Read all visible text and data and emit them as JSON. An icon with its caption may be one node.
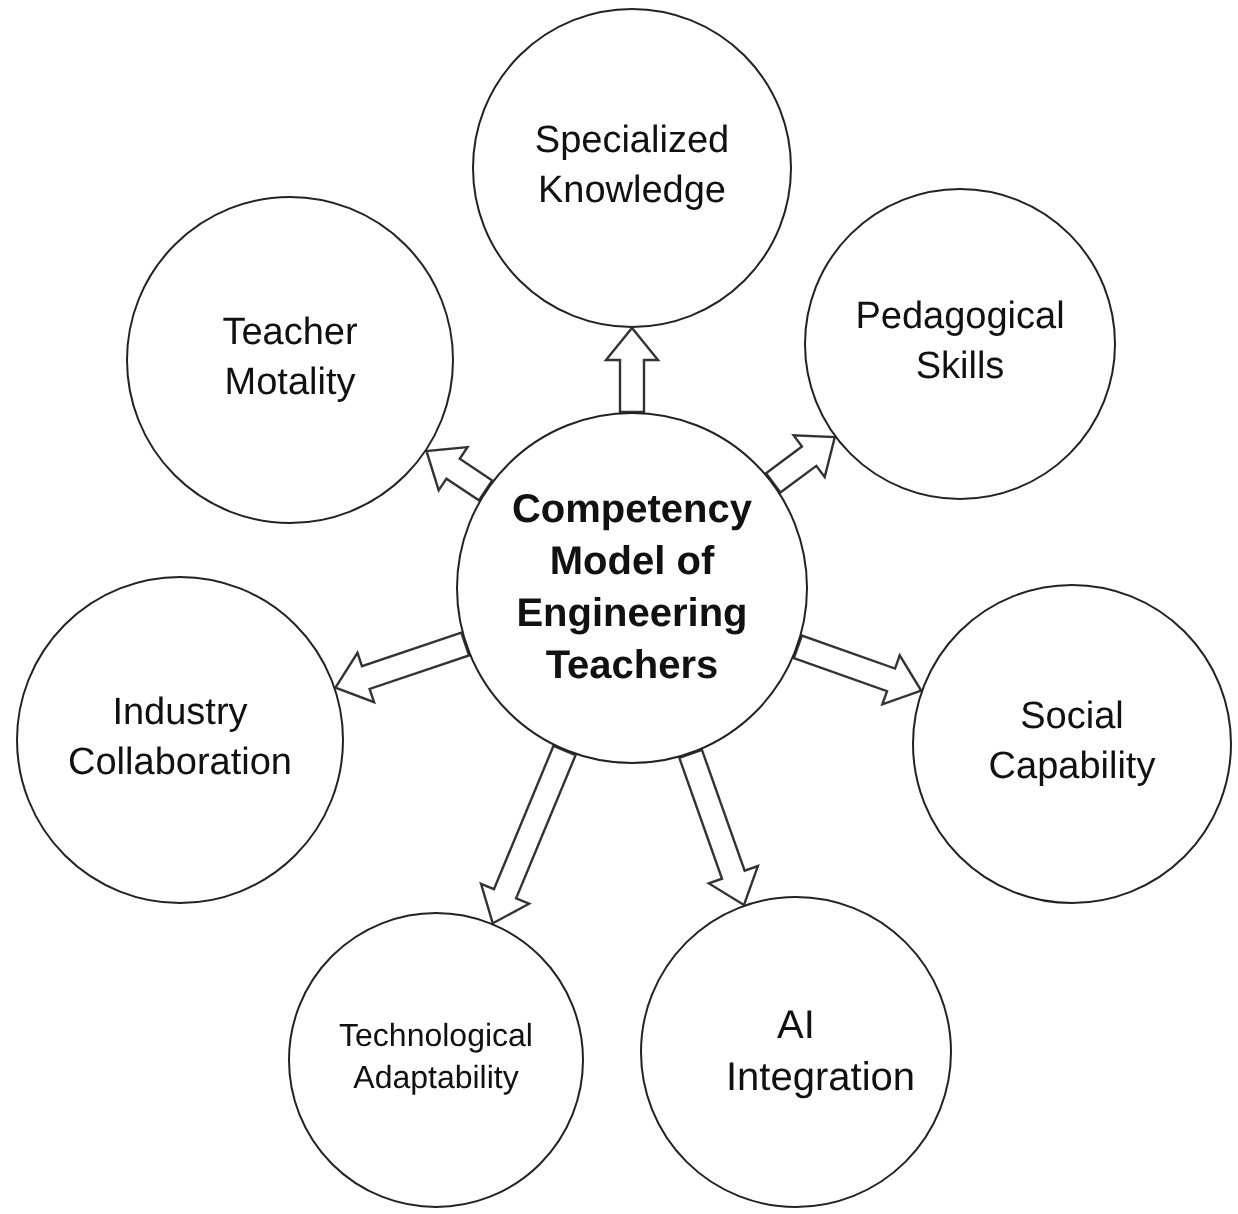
{
  "diagram": {
    "nodes": [
      {
        "text": [
          "Competency Model of Engineering Teachers"
        ]
      },
      {
        "text": [
          "Specialized Knowledge"
        ]
      },
      {
        "text": [
          "Teacher Motality"
        ]
      },
      {
        "text": [
          "Pedagogical Skills"
        ]
      },
      {
        "text": [
          "Industry Collaboration"
        ]
      },
      {
        "text": [
          "Social Capability"
        ]
      },
      {
        "text": [
          "Technological Adaptability"
        ]
      },
      {
        "text": [
          "AI Integration"
        ]
      }
    ],
    "edges": [
      {
        "from": 0,
        "to": 1,
        "arrow": "to"
      },
      {
        "from": 0,
        "to": 3,
        "arrow": "to"
      },
      {
        "from": 0,
        "to": 5,
        "arrow": "to"
      },
      {
        "from": 0,
        "to": 7,
        "arrow": "to"
      },
      {
        "from": 0,
        "to": 6,
        "arrow": "to"
      },
      {
        "from": 0,
        "to": 4,
        "arrow": "to"
      },
      {
        "from": 0,
        "to": 2,
        "arrow": "to"
      }
    ]
  }
}
